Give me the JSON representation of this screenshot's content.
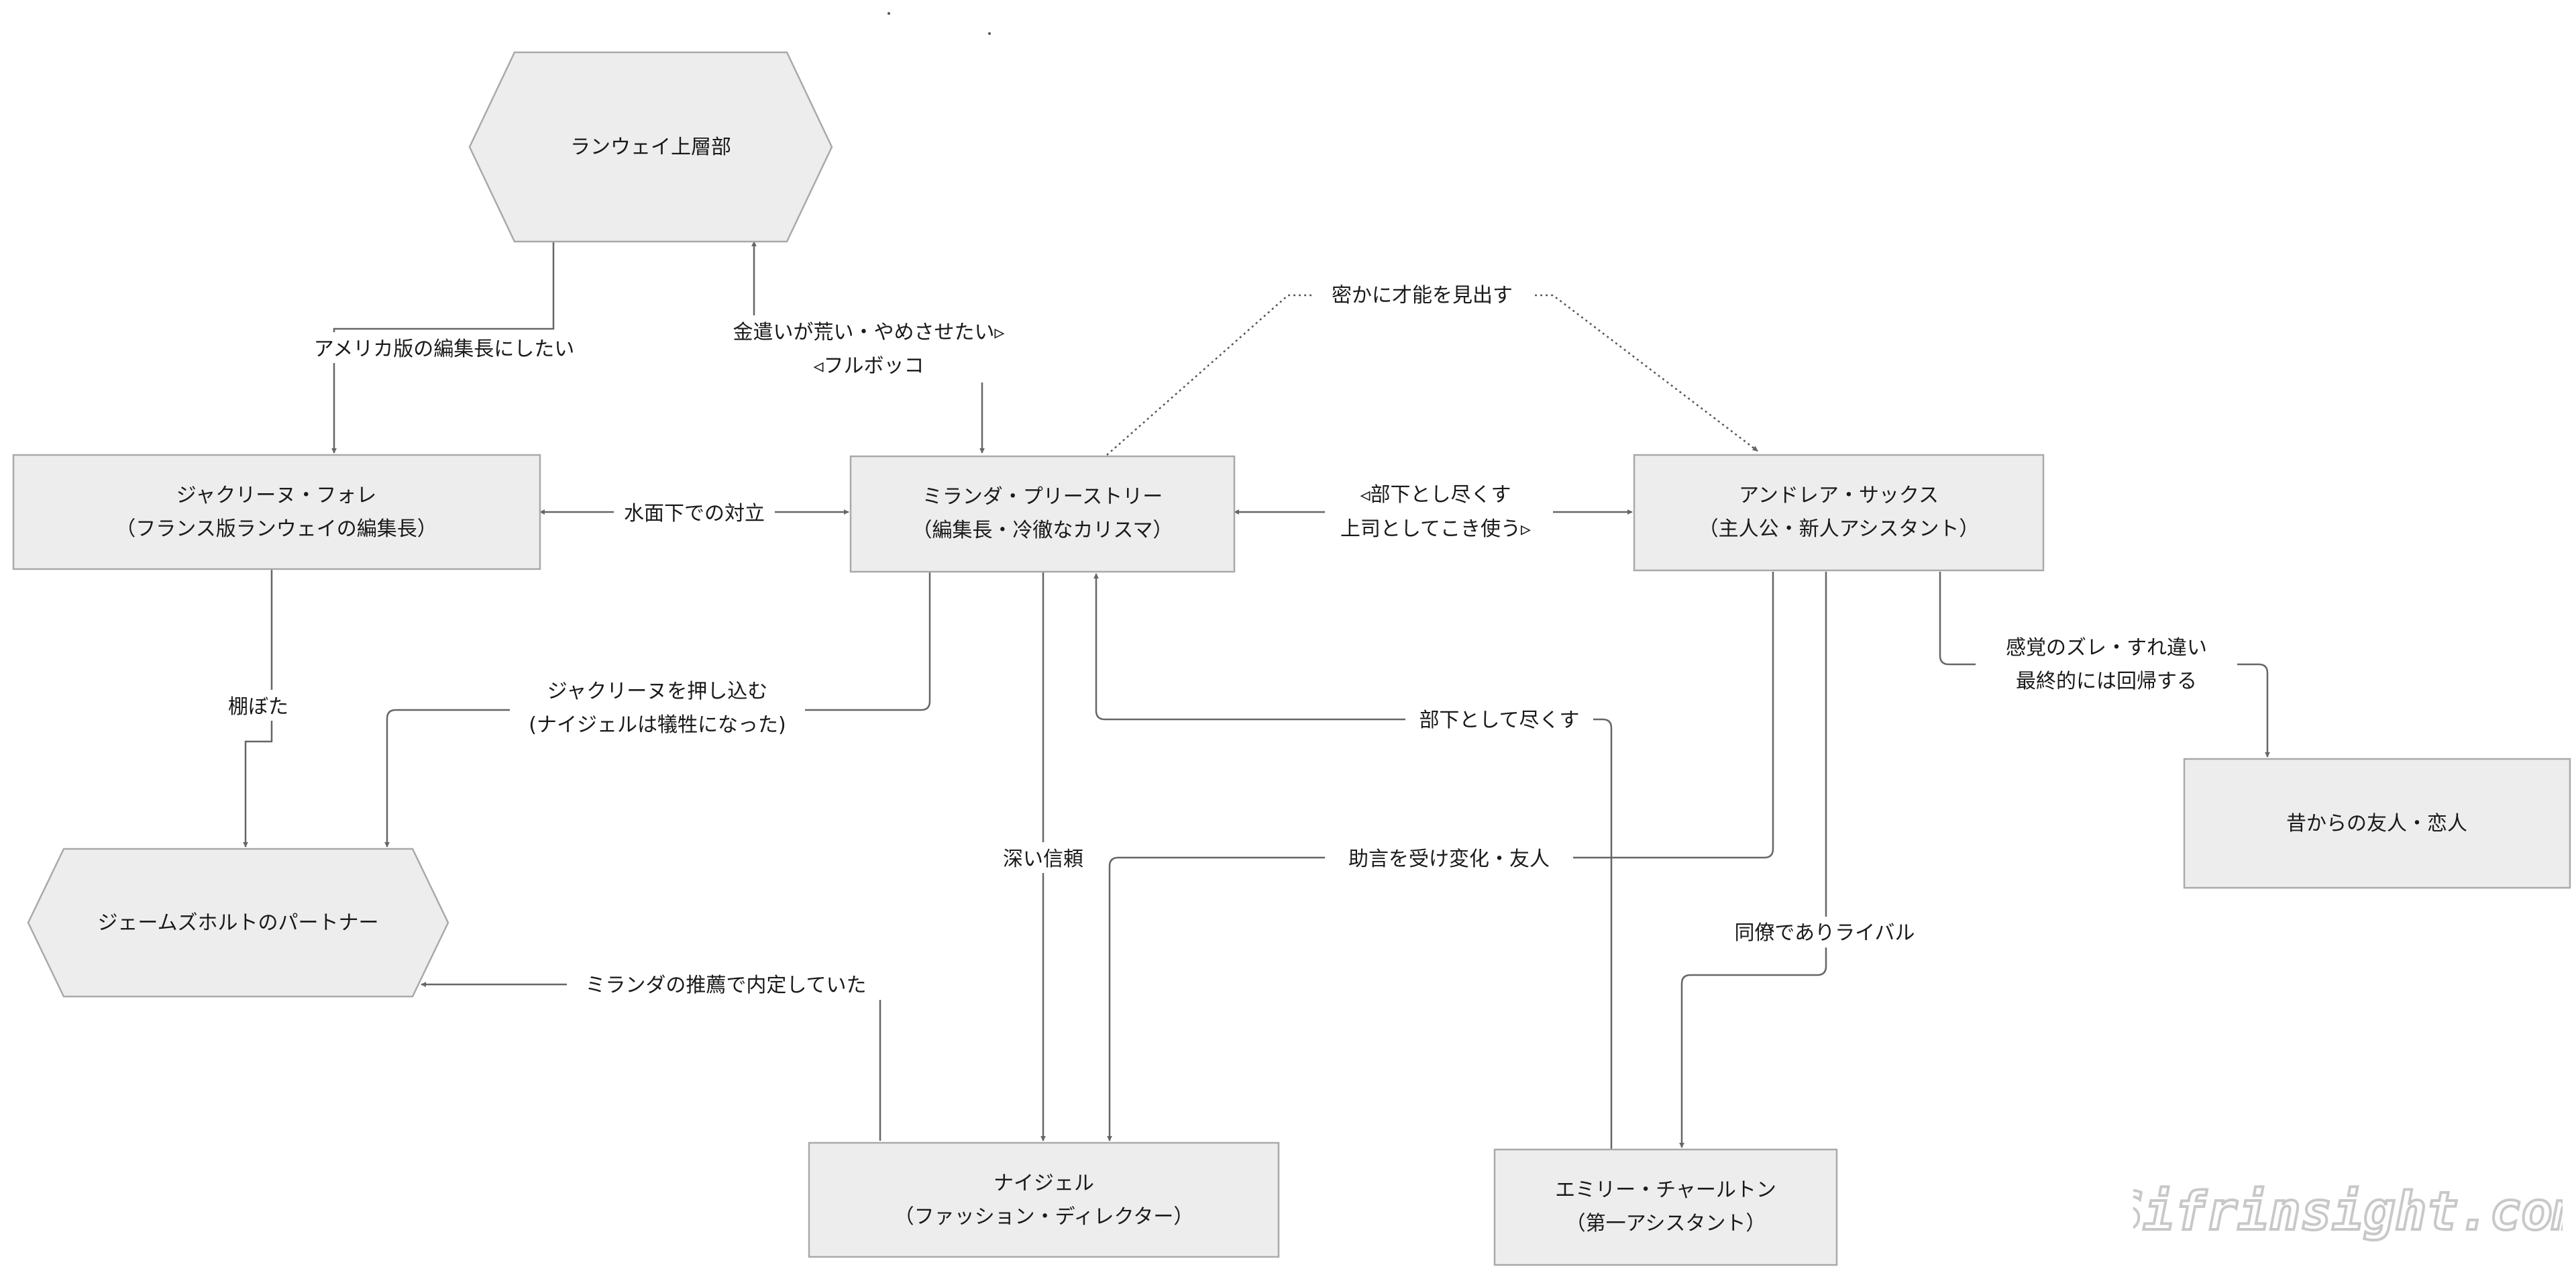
{
  "nodes": {
    "runway_exec": {
      "lines": [
        "ランウェイ上層部"
      ]
    },
    "jacqueline": {
      "lines": [
        "ジャクリーヌ・フォレ",
        "（フランス版ランウェイの編集長）"
      ]
    },
    "miranda": {
      "lines": [
        "ミランダ・プリーストリー",
        "（編集長・冷徹なカリスマ）"
      ]
    },
    "andrea": {
      "lines": [
        "アンドレア・サックス",
        "（主人公・新人アシスタント）"
      ]
    },
    "holt_partner": {
      "lines": [
        "ジェームズホルトのパートナー"
      ]
    },
    "nigel": {
      "lines": [
        "ナイジェル",
        "（ファッション・ディレクター）"
      ]
    },
    "emily": {
      "lines": [
        "エミリー・チャールトン",
        "（第一アシスタント）"
      ]
    },
    "friends": {
      "lines": [
        "昔からの友人・恋人"
      ]
    }
  },
  "edges": {
    "exec_to_jacqueline": {
      "lines": [
        "アメリカ版の編集長にしたい"
      ]
    },
    "miranda_exec": {
      "lines": [
        "金遣いが荒い・やめさせたい▹",
        "◃フルボッコ"
      ]
    },
    "jacqueline_miranda": {
      "lines": [
        "水面下での対立"
      ]
    },
    "miranda_andrea": {
      "lines": [
        "◃部下とし尽くす",
        "上司としてこき使う▹"
      ]
    },
    "miranda_andrea_secret": {
      "lines": [
        "密かに才能を見出す"
      ]
    },
    "jacqueline_holt": {
      "lines": [
        "棚ぼた"
      ]
    },
    "miranda_holt": {
      "lines": [
        "ジャクリーヌを押し込む",
        "(ナイジェルは犠牲になった)"
      ]
    },
    "emily_miranda": {
      "lines": [
        "部下として尽くす"
      ]
    },
    "andrea_friends": {
      "lines": [
        "感覚のズレ・すれ違い",
        "最終的には回帰する"
      ]
    },
    "miranda_nigel": {
      "lines": [
        "深い信頼"
      ]
    },
    "andrea_nigel": {
      "lines": [
        "助言を受け変化・友人"
      ]
    },
    "andrea_emily": {
      "lines": [
        "同僚でありライバル"
      ]
    },
    "nigel_holt": {
      "lines": [
        "ミランダの推薦で内定していた"
      ]
    }
  },
  "watermark": {
    "text": "Sifrinsight.com"
  },
  "colors": {
    "node_fill": "#ededed",
    "node_stroke": "#a9a9a9",
    "edge": "#666666",
    "text": "#1a1a1a",
    "watermark": "#c8c8c8"
  }
}
